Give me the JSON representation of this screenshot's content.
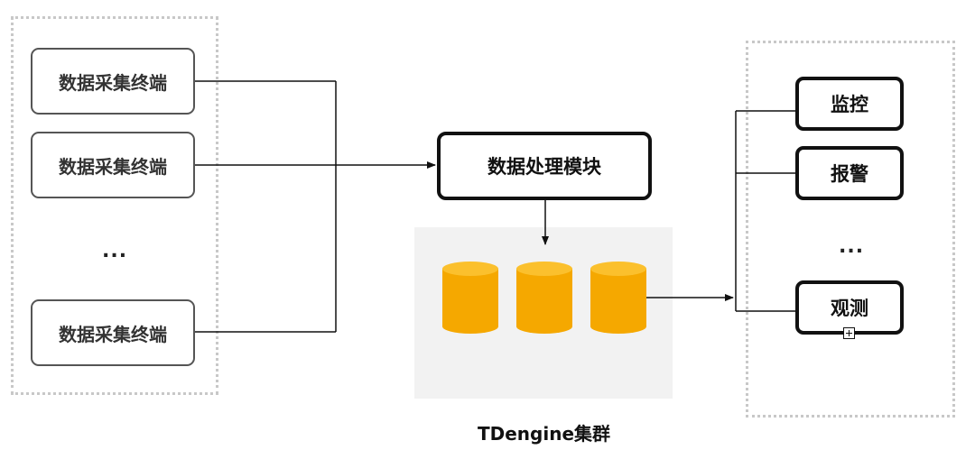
{
  "sources": {
    "items": [
      {
        "label": "数据采集终端"
      },
      {
        "label": "数据采集终端"
      },
      {
        "label": "数据采集终端"
      }
    ],
    "ellipsis": "..."
  },
  "processor": {
    "label": "数据处理模块"
  },
  "cluster": {
    "label": "TDengine集群",
    "node_color": "#f5a800",
    "node_top_color": "#fbc02d"
  },
  "outputs": {
    "items": [
      {
        "label": "监控"
      },
      {
        "label": "报警"
      },
      {
        "label": "观测"
      }
    ],
    "ellipsis": "..."
  }
}
